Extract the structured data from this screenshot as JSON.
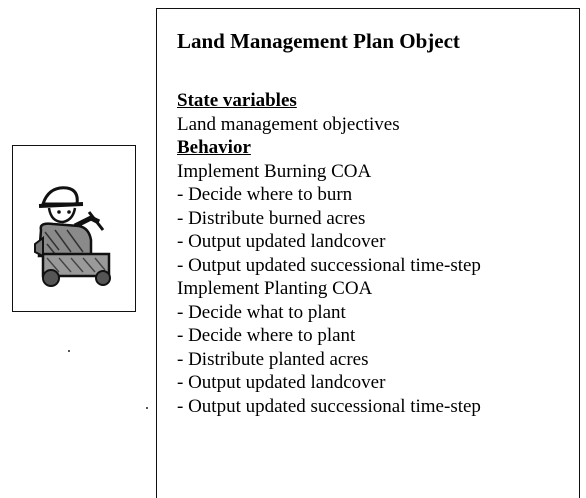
{
  "title": "Land Management Plan Object",
  "state_variables": {
    "heading": "State variables",
    "items": [
      "Land management objectives"
    ]
  },
  "behavior": {
    "heading": "Behavior",
    "items": [
      "Implement Burning COA",
      "- Decide where to burn",
      "- Distribute burned acres",
      "- Output updated landcover",
      "- Output updated successional time-step",
      "Implement Planting COA",
      "- Decide what to plant",
      "- Decide where to plant",
      "- Distribute planted acres",
      "- Output updated landcover",
      "- Output updated successional time-step"
    ]
  },
  "icon": "farmer-on-tractor-icon"
}
